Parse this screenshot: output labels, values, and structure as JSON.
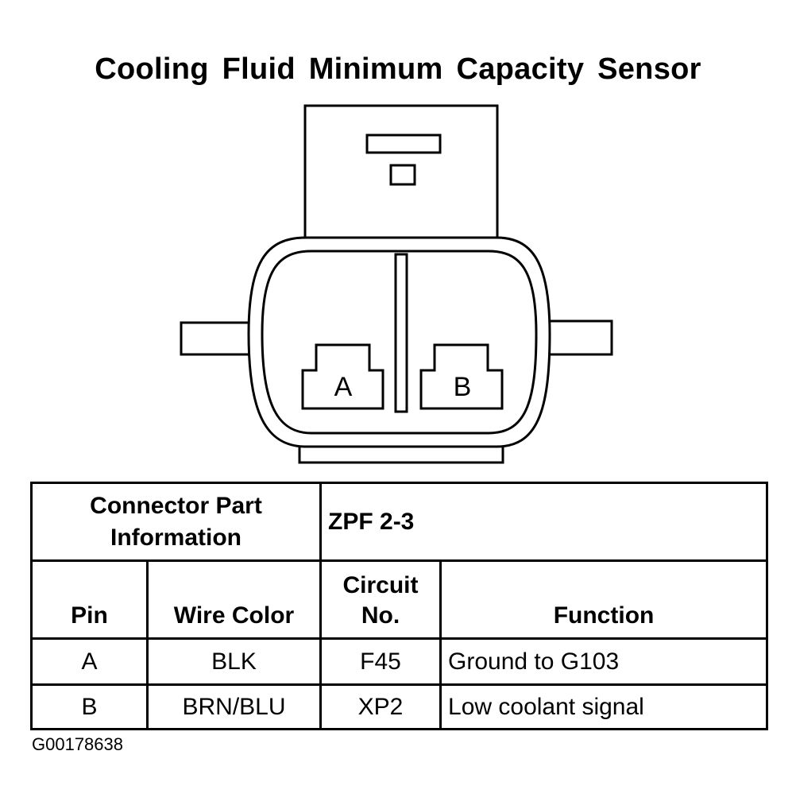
{
  "title": "Cooling Fluid Minimum Capacity Sensor",
  "connector": {
    "pin_labels": [
      "A",
      "B"
    ]
  },
  "table": {
    "part_info_label_line1": "Connector Part",
    "part_info_label_line2": "Information",
    "part_info_value": "ZPF 2-3",
    "headers": {
      "pin": "Pin",
      "wire_color": "Wire Color",
      "circuit_line1": "Circuit",
      "circuit_line2": "No.",
      "function": "Function"
    },
    "rows": [
      {
        "pin": "A",
        "wire_color": "BLK",
        "circuit": "F45",
        "function": "Ground to G103"
      },
      {
        "pin": "B",
        "wire_color": "BRN/BLU",
        "circuit": "XP2",
        "function": "Low coolant signal"
      }
    ]
  },
  "figure_id": "G00178638"
}
